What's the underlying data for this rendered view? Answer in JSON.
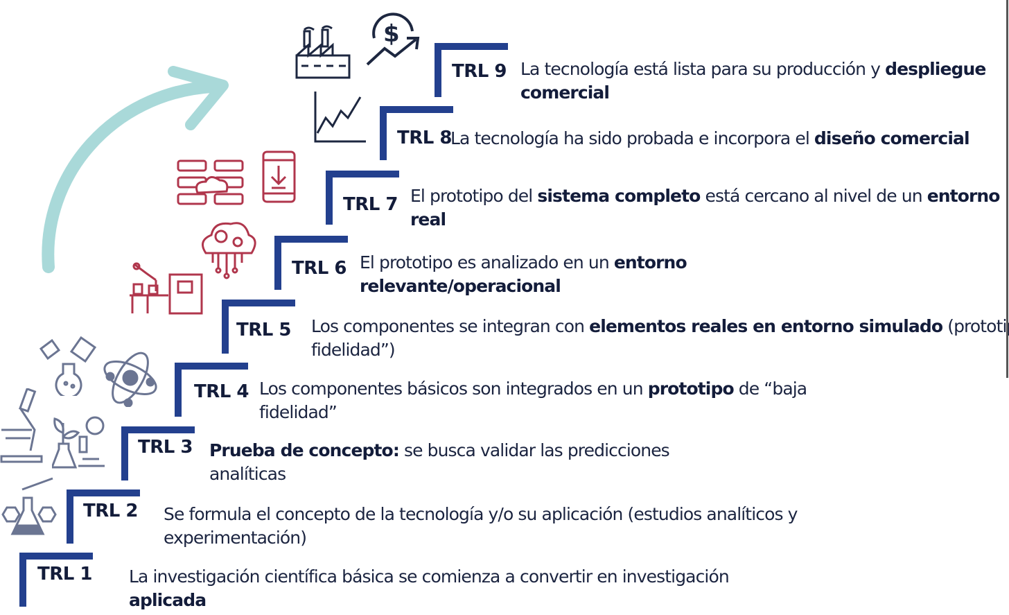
{
  "colors": {
    "bracket": "#23408e",
    "text": "#16203f",
    "icon_lab": "#6b7592",
    "icon_tech": "#b0364c",
    "icon_dark": "#1d2740",
    "arrow": "#a9d9d9"
  },
  "steps": [
    {
      "label": "TRL 1",
      "lines": [
        [
          {
            "t": "La investigación científica básica se comienza a convertir en investigación",
            "b": false
          }
        ],
        [
          {
            "t": "aplicada",
            "b": true
          }
        ]
      ]
    },
    {
      "label": "TRL 2",
      "lines": [
        [
          {
            "t": "Se formula el concepto de la tecnología y/o su aplicación (estudios analíticos y",
            "b": false
          }
        ],
        [
          {
            "t": "experimentación)",
            "b": false
          }
        ]
      ]
    },
    {
      "label": "TRL 3",
      "lines": [
        [
          {
            "t": "Prueba de concepto:",
            "b": true
          },
          {
            "t": " se busca validar las predicciones",
            "b": false
          }
        ],
        [
          {
            "t": "analíticas",
            "b": false
          }
        ]
      ]
    },
    {
      "label": "TRL 4",
      "lines": [
        [
          {
            "t": "Los componentes básicos son integrados en un ",
            "b": false
          },
          {
            "t": "prototipo",
            "b": true
          },
          {
            "t": " de “baja",
            "b": false
          }
        ],
        [
          {
            "t": "fidelidad”",
            "b": false
          }
        ]
      ]
    },
    {
      "label": "TRL 5",
      "lines": [
        [
          {
            "t": "Los componentes se integran con ",
            "b": false
          },
          {
            "t": "elementos reales en entorno simulado",
            "b": true
          },
          {
            "t": " (prototipo",
            "b": false
          }
        ],
        [
          {
            "t": "fidelidad”)",
            "b": false
          }
        ]
      ]
    },
    {
      "label": "TRL 6",
      "lines": [
        [
          {
            "t": "El prototipo es analizado en un ",
            "b": false
          },
          {
            "t": "entorno",
            "b": true
          }
        ],
        [
          {
            "t": "relevante/operacional",
            "b": true
          }
        ]
      ]
    },
    {
      "label": "TRL 7",
      "lines": [
        [
          {
            "t": "El prototipo del ",
            "b": false
          },
          {
            "t": "sistema completo",
            "b": true
          },
          {
            "t": " está cercano al nivel de un ",
            "b": false
          },
          {
            "t": "entorno",
            "b": true
          }
        ],
        [
          {
            "t": "real",
            "b": true
          }
        ]
      ]
    },
    {
      "label": "TRL 8",
      "lines": [
        [
          {
            "t": "La tecnología ha sido probada e incorpora el ",
            "b": false
          },
          {
            "t": "diseño comercial",
            "b": true
          }
        ]
      ]
    },
    {
      "label": "TRL 9",
      "lines": [
        [
          {
            "t": "La tecnología está lista para su producción y ",
            "b": false
          },
          {
            "t": "despliegue",
            "b": true
          }
        ],
        [
          {
            "t": "comercial",
            "b": true
          }
        ]
      ]
    }
  ],
  "icons": [
    "growth-arrow-icon",
    "factory-icon",
    "dollar-growth-icon",
    "line-chart-icon",
    "cloud-server-icon",
    "mobile-download-icon",
    "cloud-gear-icon",
    "robot-arm-icon",
    "lab-glassware-icon",
    "atom-icon",
    "microscope-icon",
    "plant-flask-icon",
    "chemistry-flask-icon"
  ]
}
